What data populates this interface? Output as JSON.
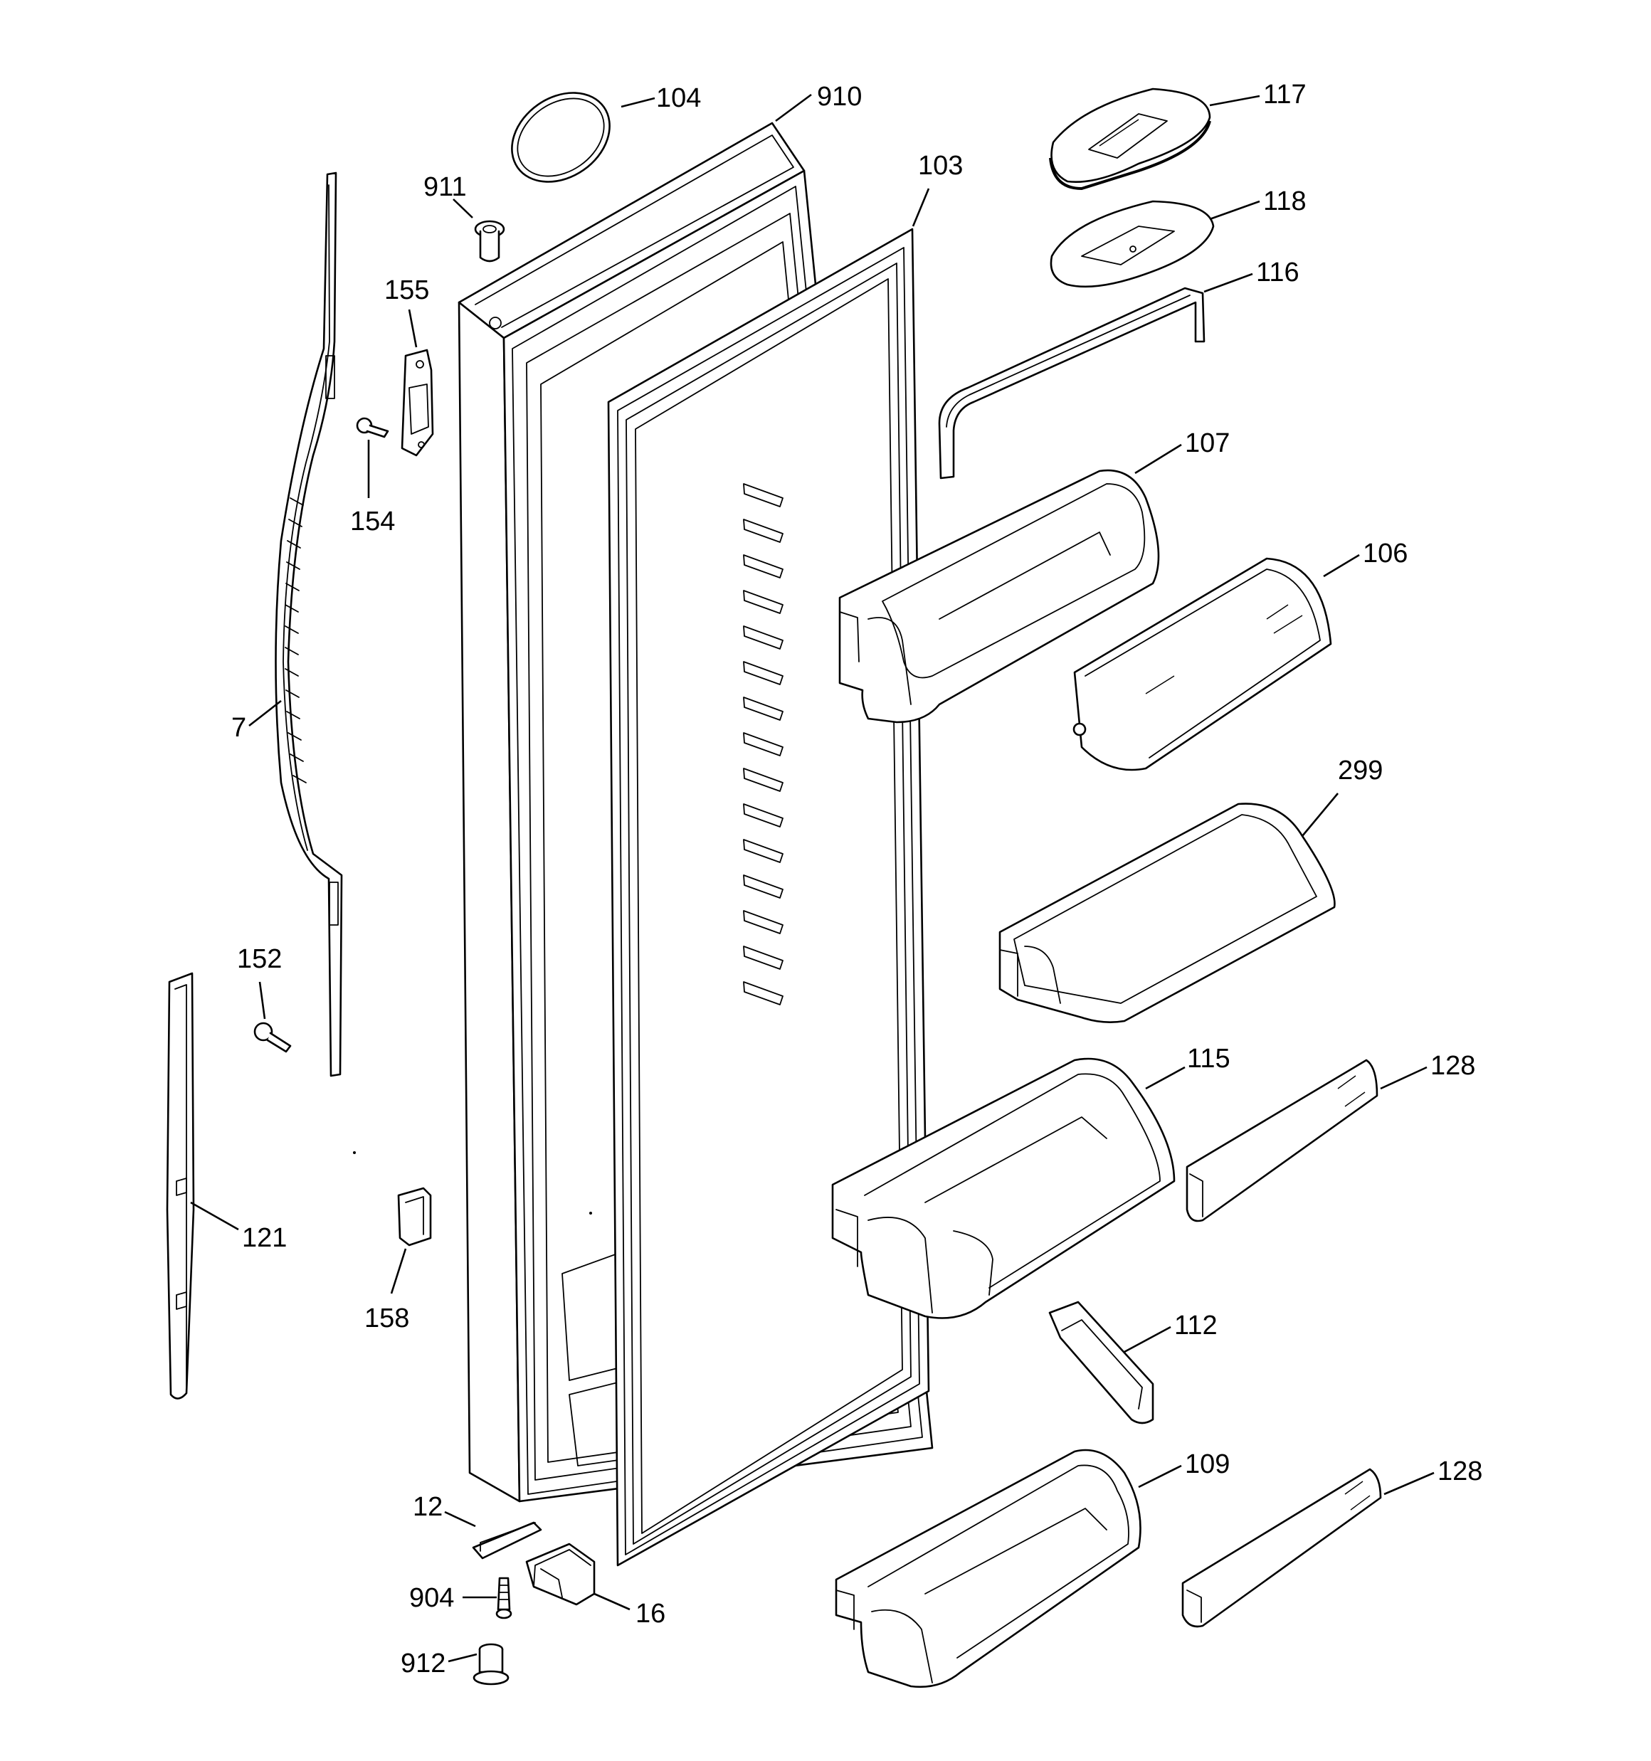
{
  "callouts": {
    "c104": "104",
    "c910": "910",
    "c911": "911",
    "c103": "103",
    "c117": "117",
    "c118": "118",
    "c116": "116",
    "c155": "155",
    "c154": "154",
    "c107": "107",
    "c106": "106",
    "c7": "7",
    "c299": "299",
    "c152": "152",
    "c115": "115",
    "c128a": "128",
    "c121": "121",
    "c158": "158",
    "c112": "112",
    "c12": "12",
    "c109": "109",
    "c128b": "128",
    "c904": "904",
    "c16": "16",
    "c912": "912"
  }
}
